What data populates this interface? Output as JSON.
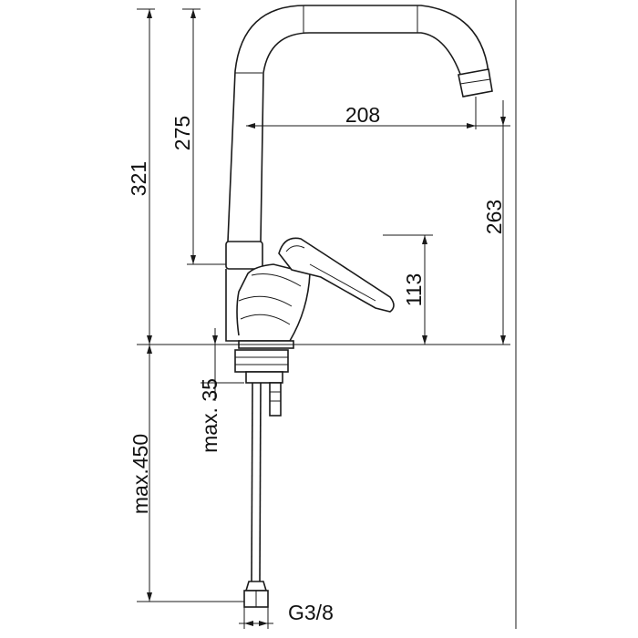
{
  "dimensions": {
    "d321": "321",
    "d275": "275",
    "d208": "208",
    "d263": "263",
    "d113": "113",
    "max35": "max. 35",
    "max450": "max.450",
    "thread": "G3/8"
  }
}
